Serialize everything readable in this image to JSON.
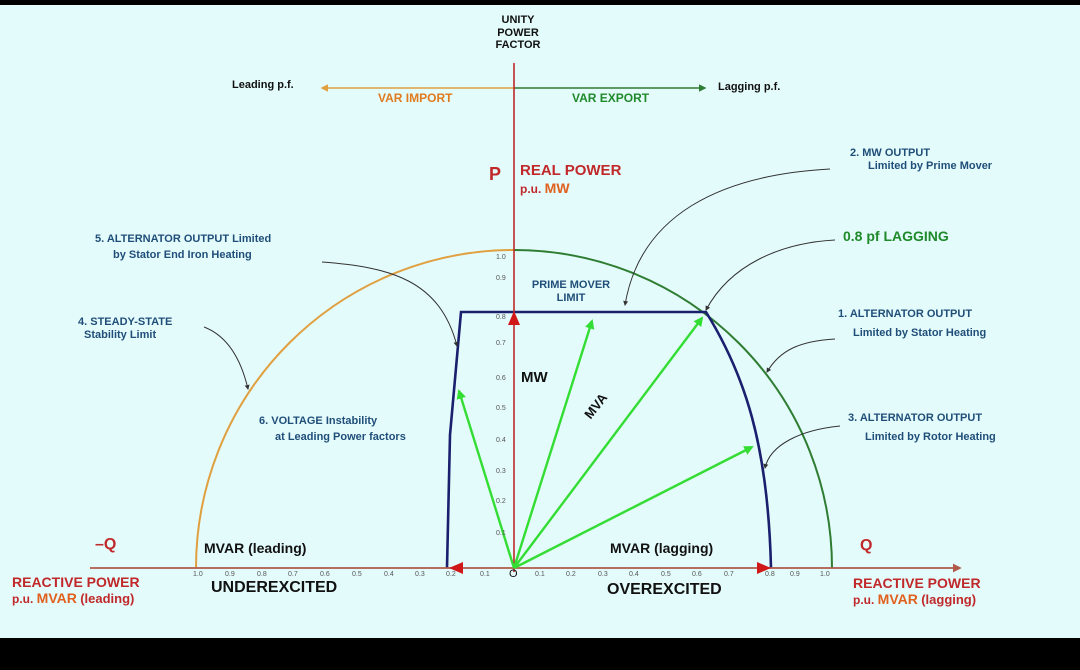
{
  "title": {
    "unity_pf_line1": "UNITY",
    "unity_pf_line2": "POWER",
    "unity_pf_line3": "FACTOR"
  },
  "pf_axis": {
    "leading_label": "Leading p.f.",
    "lagging_label": "Lagging p.f.",
    "var_import": "VAR  IMPORT",
    "var_export": "VAR  EXPORT"
  },
  "p_axis": {
    "symbol": "P",
    "title": "REAL  POWER",
    "unit_prefix": "p.u.",
    "unit": "MW",
    "inner_label": "MW",
    "ticks": [
      "1.0",
      "0.9",
      "0.8",
      "0.7",
      "0.6",
      "0.5",
      "0.4",
      "0.3",
      "0.2",
      "0.1"
    ]
  },
  "q_axis": {
    "neg_symbol": "–Q",
    "pos_symbol": "Q",
    "origin_label": "O",
    "left_title": "REACTIVE POWER",
    "left_unit_prefix": "p.u.",
    "left_unit": "MVAR",
    "left_suffix": "(leading)",
    "right_title": "REACTIVE POWER",
    "right_unit_prefix": "p.u.",
    "right_unit": "MVAR",
    "right_suffix": "(lagging)",
    "mvar_leading": "MVAR (leading)",
    "mvar_lagging": "MVAR (lagging)",
    "underexcited": "UNDEREXCITED",
    "overexcited": "OVEREXCITED",
    "left_ticks": [
      "1.0",
      "0.9",
      "0.8",
      "0.7",
      "0.6",
      "0.5",
      "0.4",
      "0.3",
      "0.2",
      "0.1"
    ],
    "right_ticks": [
      "0.1",
      "0.2",
      "0.3",
      "0.4",
      "0.5",
      "0.6",
      "0.7",
      "0.8",
      "0.9",
      "1.0"
    ]
  },
  "annotations": {
    "prime_mover_line1": "PRIME MOVER",
    "prime_mover_line2": "LIMIT",
    "mva_label": "MVA",
    "note1_line1": "1. ALTERNATOR OUTPUT",
    "note1_line2": "Limited by Stator Heating",
    "note2_line1": "2. MW OUTPUT",
    "note2_line2": "Limited by Prime Mover",
    "note3_line1": "3. ALTERNATOR OUTPUT",
    "note3_line2": "Limited by Rotor Heating",
    "note4_line1": "4. STEADY-STATE",
    "note4_line2": "Stability Limit",
    "note5_line1": "5. ALTERNATOR OUTPUT Limited",
    "note5_line2": "by Stator End Iron Heating",
    "note6_line1": "6. VOLTAGE Instability",
    "note6_line2": "at Leading Power factors",
    "pf_lagging": "0.8 pf LAGGING"
  },
  "colors": {
    "background": "#e4fbfb",
    "p_axis": "#c0282a",
    "q_axis": "#b05a4a",
    "leading_arc": "#e0a040",
    "lagging_arc": "#2e7d32",
    "capability_limit": "#1a1f6e",
    "mva_vectors": "#33dd33",
    "arrowheads": "#d01818"
  }
}
